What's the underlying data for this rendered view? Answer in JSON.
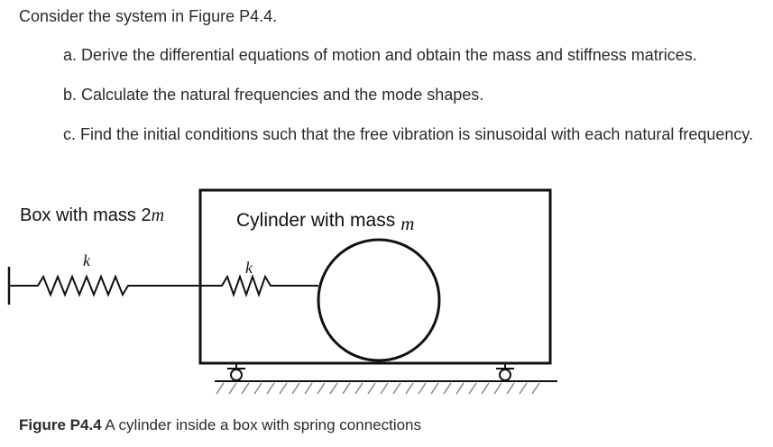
{
  "problem": {
    "intro": "Consider the system in Figure P4.4.",
    "parts": [
      {
        "text": "a. Derive the differential equations of motion and obtain the mass and stiffness matrices."
      },
      {
        "text": "b. Calculate the natural frequencies and the mode shapes."
      },
      {
        "text": "c. Find the initial conditions such that the free vibration is sinusoidal with each natural frequency."
      }
    ]
  },
  "figure": {
    "box_label": "Box with mass 2",
    "box_mass_symbol": "m",
    "cylinder_label": "Cylinder with mass",
    "cylinder_mass_symbol": "m",
    "spring_left_label": "k",
    "spring_inner_label": "k"
  },
  "caption": {
    "label": "Figure P4.4",
    "text": " A cylinder inside a box with spring connections"
  },
  "colors": {
    "text": "#2b2b2b",
    "line": "#111111",
    "ground": "#888888"
  }
}
